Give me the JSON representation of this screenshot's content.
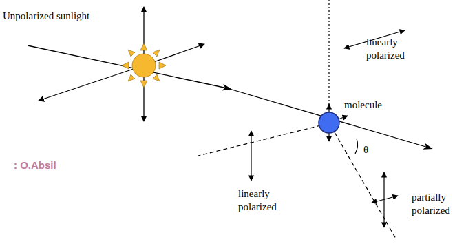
{
  "diagram": {
    "labels": [
      "Unpolarized sunlight",
      "linearly polarized",
      "molecule",
      "θ",
      "linearly polarized",
      "partially polarized",
      ": O.Absil"
    ]
  }
}
